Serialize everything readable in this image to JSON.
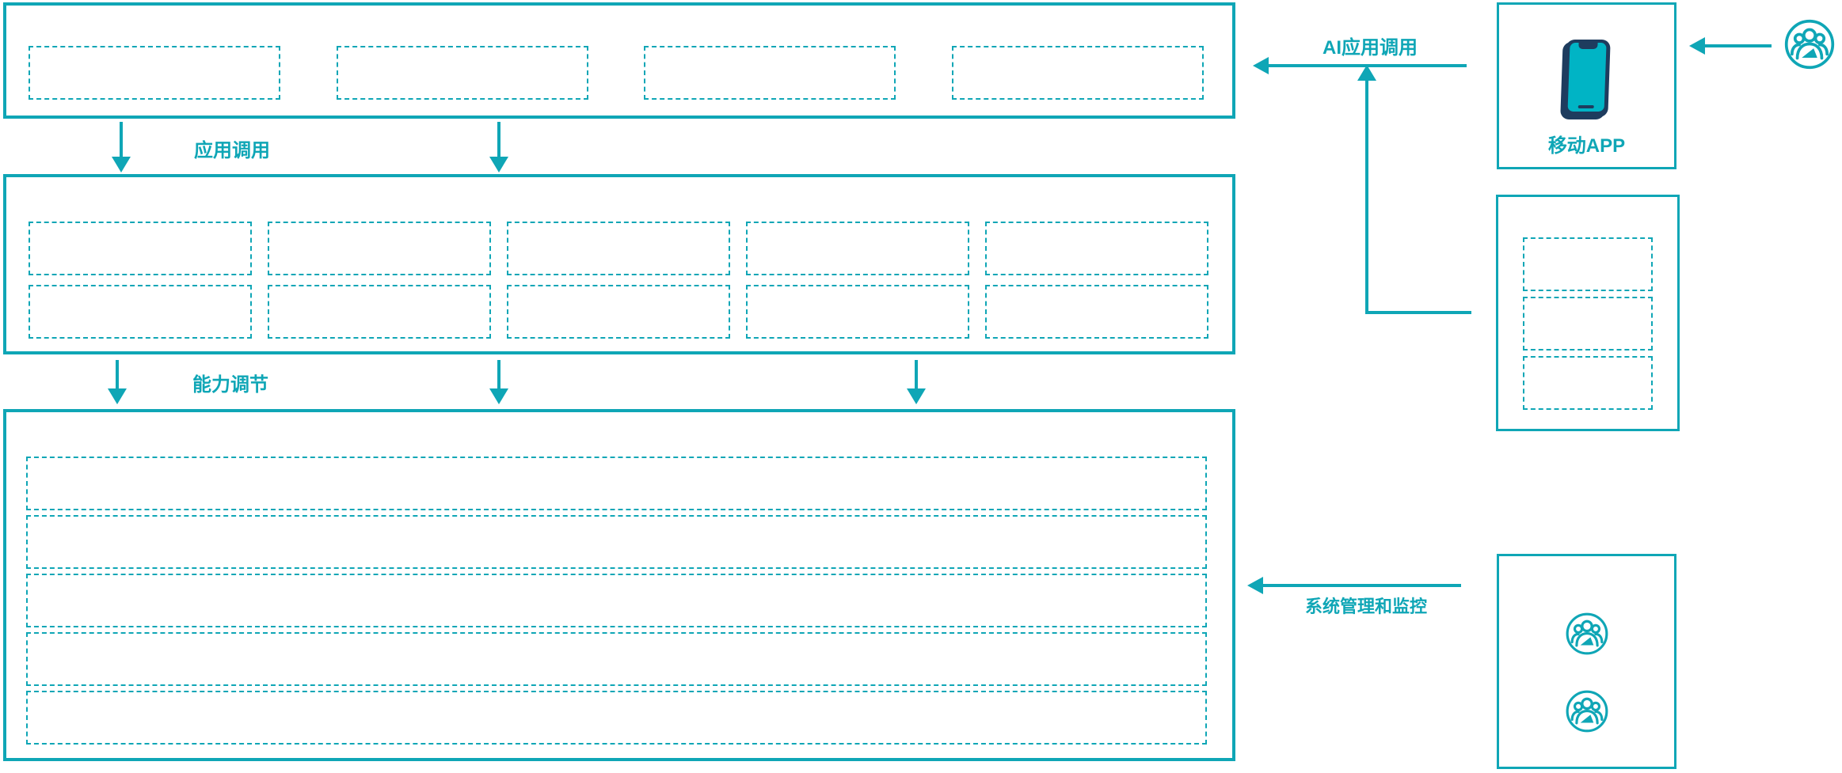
{
  "colors": {
    "accent_teal": "#0FA6B6",
    "phone_navy": "#1E3C5E",
    "phone_screen_teal": "#00B4C5"
  },
  "flow_labels": {
    "app_call": "应用调用",
    "capability_adjust": "能力调节"
  },
  "right_panel": {
    "ai_app_call": "AI应用调用",
    "mobile_app": "移动APP",
    "system_monitor": "系统管理和监控"
  },
  "icons": {
    "mobile_phone": "smartphone-icon",
    "user_group": "user-group-icon"
  },
  "structure": {
    "top_layer_slots": 4,
    "middle_layer_rows": 2,
    "middle_layer_cols": 5,
    "bottom_layer_rows": 5,
    "right_middle_slots": 3,
    "admin_user_icons": 2
  }
}
